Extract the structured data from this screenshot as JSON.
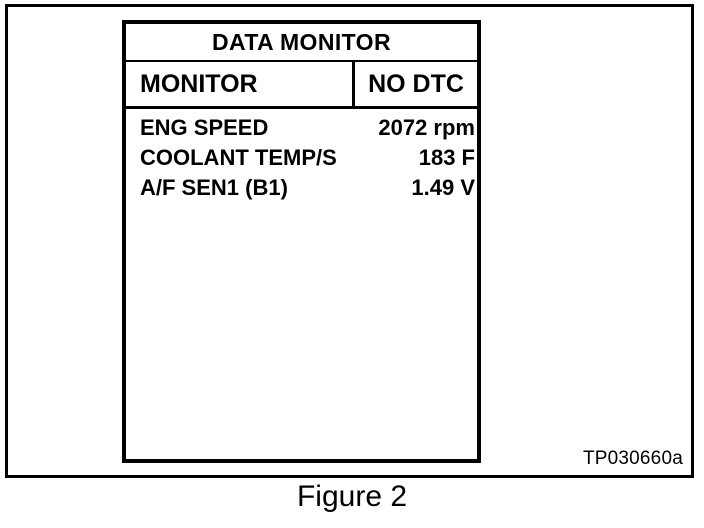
{
  "figure": {
    "caption": "Figure 2",
    "reference_code": "TP030660a"
  },
  "scan_tool": {
    "title": "DATA MONITOR",
    "header": {
      "left_label": "MONITOR",
      "right_label": "NO DTC"
    },
    "rows": [
      {
        "label": "ENG SPEED",
        "value": "2072 rpm"
      },
      {
        "label": "COOLANT TEMP/S",
        "value": "183 F"
      },
      {
        "label": "A/F SEN1 (B1)",
        "value": "1.49 V"
      }
    ]
  },
  "colors": {
    "ink": "#000000",
    "paper": "#ffffff"
  }
}
